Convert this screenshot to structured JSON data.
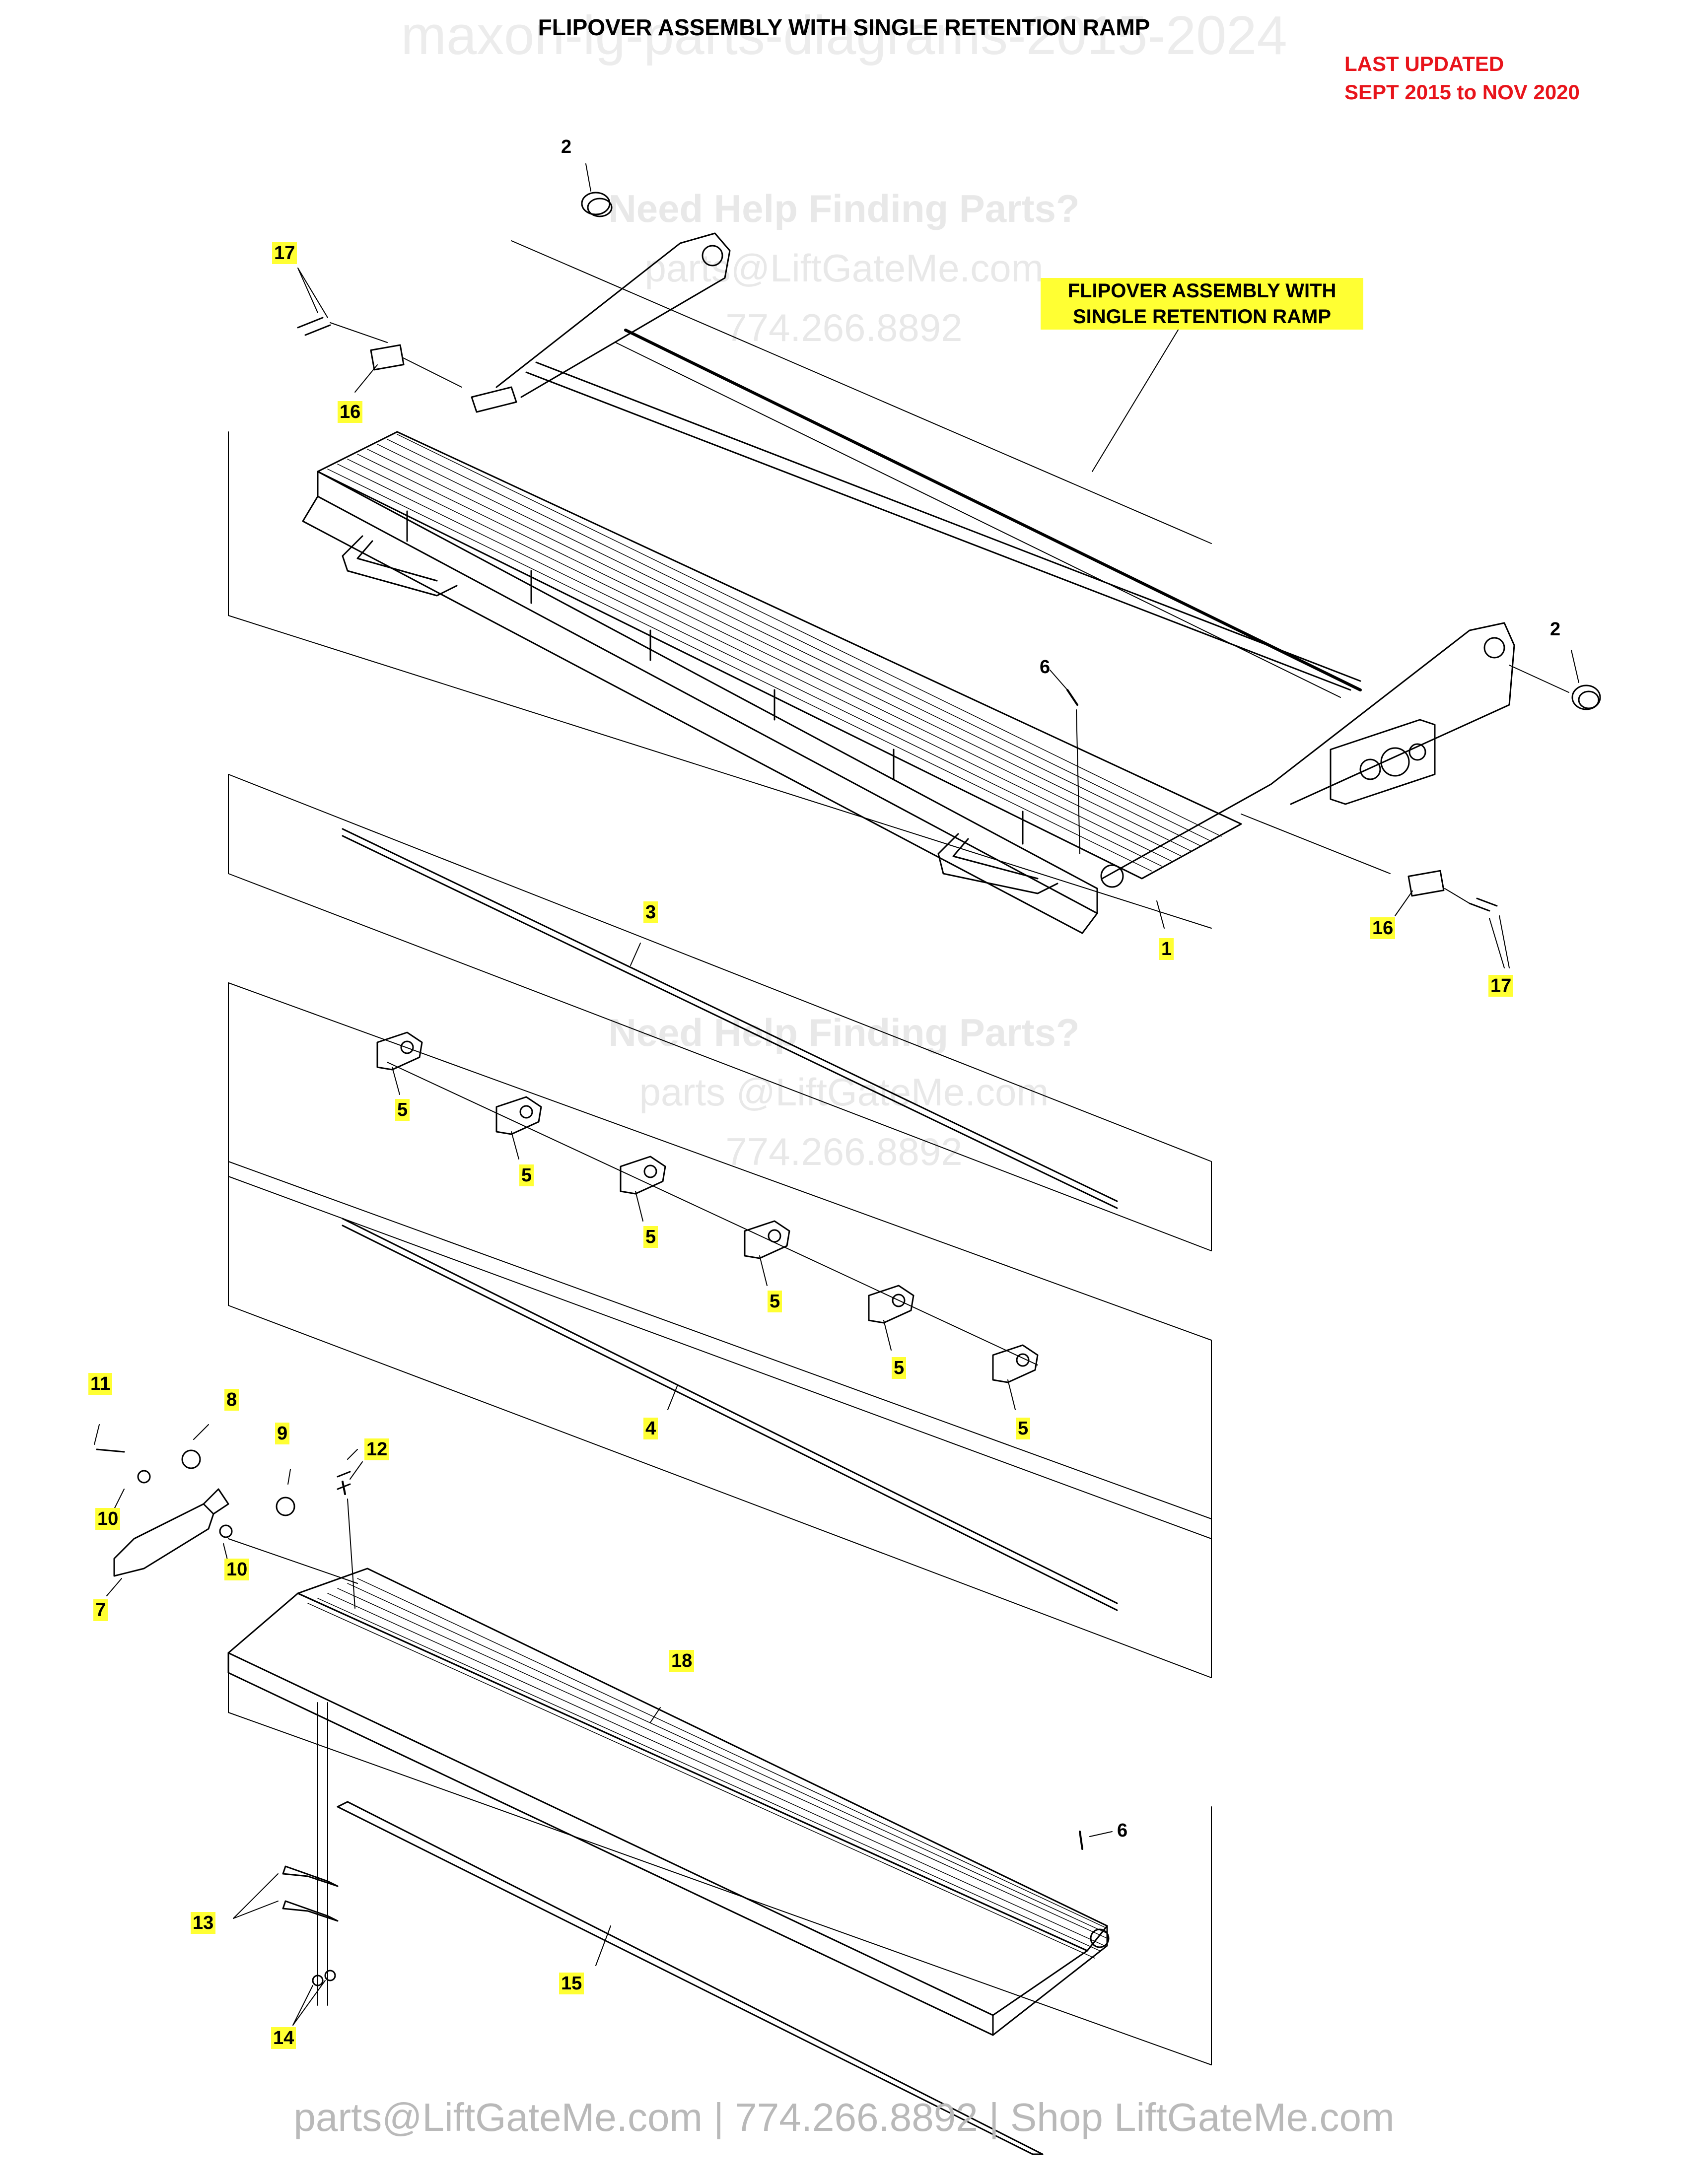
{
  "header": {
    "title": "FLIPOVER ASSEMBLY WITH SINGLE RETENTION RAMP",
    "watermark": "maxon-lg-parts-diagrams-2015-2024",
    "last_updated_line1": "LAST UPDATED",
    "last_updated_line2": "SEPT 2015 to NOV 2020"
  },
  "help_watermarks": [
    {
      "heading": "Need Help Finding Parts?",
      "email": "parts@LiftGateMe.com",
      "phone": "774.266.8892"
    },
    {
      "heading": "Need Help Finding Parts?",
      "email": "parts @LiftGateMe.com",
      "phone": "774.266.8892"
    }
  ],
  "callout": {
    "line1": "FLIPOVER ASSEMBLY WITH",
    "line2": "SINGLE RETENTION RAMP"
  },
  "labels": {
    "l1": "1",
    "l2a": "2",
    "l2b": "2",
    "l3": "3",
    "l4": "4",
    "l5a": "5",
    "l5b": "5",
    "l5c": "5",
    "l5d": "5",
    "l5e": "5",
    "l5f": "5",
    "l6a": "6",
    "l6b": "6",
    "l7": "7",
    "l8": "8",
    "l9": "9",
    "l10a": "10",
    "l10b": "10",
    "l11": "11",
    "l12": "12",
    "l13": "13",
    "l14": "14",
    "l15": "15",
    "l16a": "16",
    "l16b": "16",
    "l17a": "17",
    "l17b": "17",
    "l18": "18"
  },
  "footer": "parts@LiftGateMe.com | 774.266.8892 | Shop LiftGateMe.com",
  "colors": {
    "highlight": "#ffff33",
    "date_red": "#e8141b",
    "watermark_gray": "#e8e8e8",
    "footer_gray": "#b9b9b9"
  }
}
